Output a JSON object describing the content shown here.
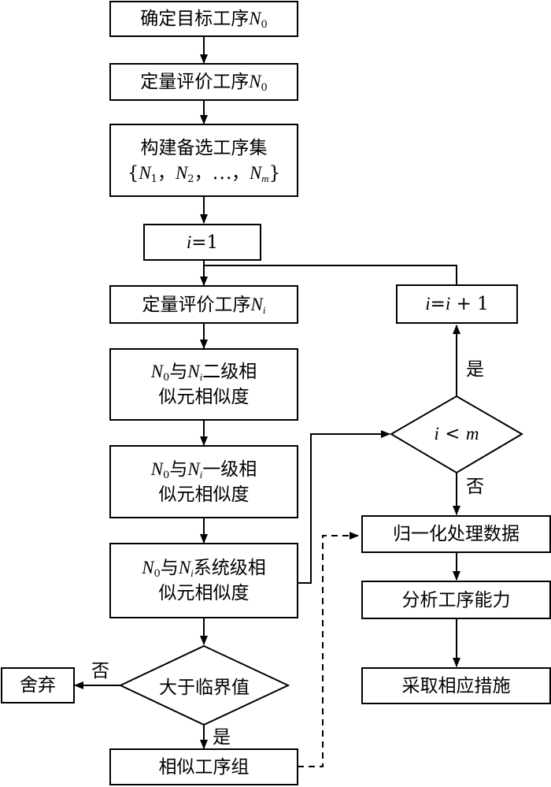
{
  "nodes": {
    "determine_target": {
      "label": "确定目标工序",
      "var": "N",
      "sub": "0"
    },
    "evaluate_target": {
      "label": "定量评价工序",
      "var": "N",
      "sub": "0"
    },
    "build_set": {
      "line1": "构建备选工序集",
      "open": "{",
      "n1_sub": "1",
      "sep": "，",
      "n2_sub": "2",
      "ellipsis": "⋯",
      "nm_sub": "m",
      "close": "}",
      "var": "N"
    },
    "init_i": {
      "var": "i",
      "text": "=1"
    },
    "evaluate_i": {
      "label": "定量评价工序",
      "var": "N",
      "sub": "i"
    },
    "second_level": {
      "a_var": "N",
      "a_sub": "0",
      "conj": "与",
      "b_var": "N",
      "b_sub": "i",
      "line1_tail": "二级相",
      "line2": "似元相似度"
    },
    "first_level": {
      "a_var": "N",
      "a_sub": "0",
      "conj": "与",
      "b_var": "N",
      "b_sub": "i",
      "line1_tail": "一级相",
      "line2": "似元相似度"
    },
    "system_level": {
      "a_var": "N",
      "a_sub": "0",
      "conj": "与",
      "b_var": "N",
      "b_sub": "i",
      "line1_tail": "系统级相",
      "line2": "似元相似度"
    },
    "threshold": {
      "label": "大于临界值"
    },
    "discard": {
      "label": "舍弃"
    },
    "similar_group": {
      "label": "相似工序组"
    },
    "increment": {
      "var_i": "i",
      "eq": "=",
      "var_i2": "i",
      "tail": " + 1"
    },
    "compare": {
      "var_i": "i",
      "op": " < ",
      "var_m": "m"
    },
    "normalize": {
      "label": "归一化处理数据"
    },
    "analyze": {
      "label": "分析工序能力"
    },
    "measures": {
      "label": "采取相应措施"
    }
  },
  "edge_labels": {
    "threshold_no": "否",
    "threshold_yes": "是",
    "compare_yes": "是",
    "compare_no": "否"
  }
}
